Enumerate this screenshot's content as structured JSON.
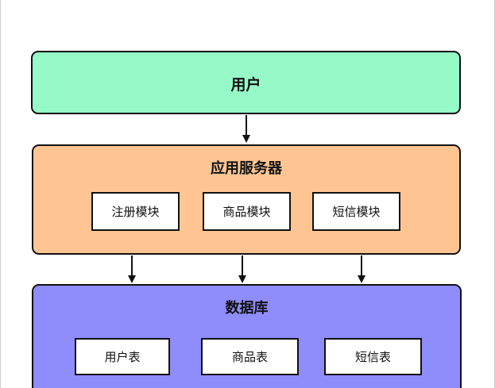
{
  "diagram": {
    "user_box": {
      "title": "用户",
      "color": "#96fac8"
    },
    "app_server": {
      "title": "应用服务器",
      "color": "#fec592",
      "modules": [
        {
          "label": "注册模块"
        },
        {
          "label": "商品模块"
        },
        {
          "label": "短信模块"
        }
      ]
    },
    "database": {
      "title": "数据库",
      "color": "#8f8cfc",
      "tables": [
        {
          "label": "用户表"
        },
        {
          "label": "商品表"
        },
        {
          "label": "短信表"
        }
      ]
    },
    "connections": [
      {
        "from": "用户",
        "to": "应用服务器"
      },
      {
        "from": "注册模块",
        "to": "数据库"
      },
      {
        "from": "商品模块",
        "to": "数据库"
      },
      {
        "from": "短信模块",
        "to": "数据库"
      }
    ]
  }
}
